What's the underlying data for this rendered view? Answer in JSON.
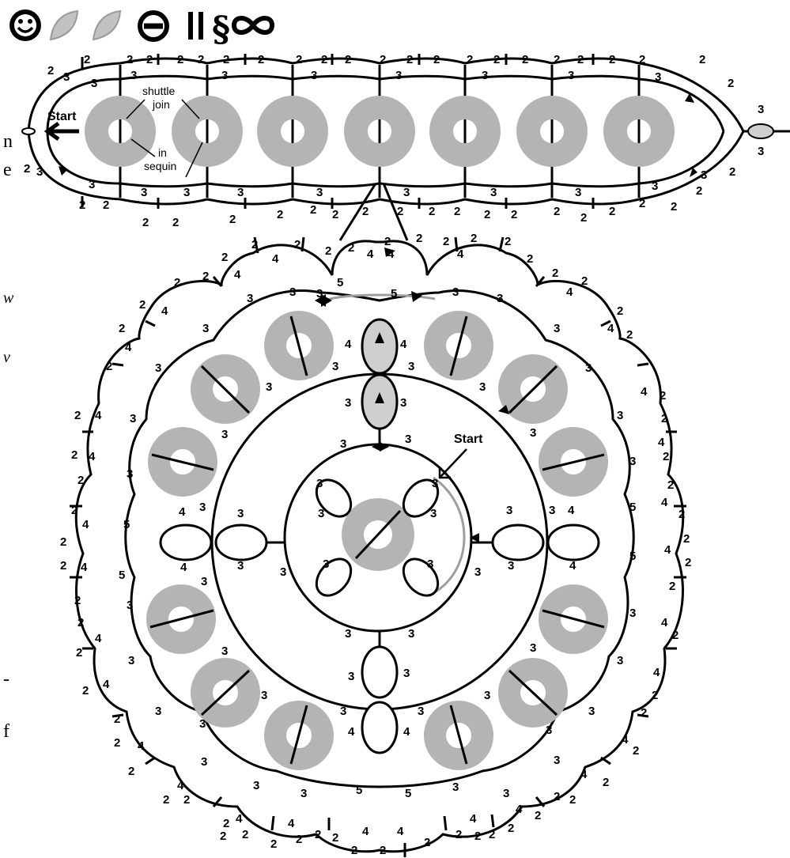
{
  "header": {
    "icons": [
      "smiley-icon",
      "leaf-icon",
      "leaf-icon",
      "theta-icon",
      "parallel-icon",
      "section-icon",
      "infinity-icon"
    ]
  },
  "chain": {
    "start_label": "Start",
    "shuttle_join_label": "shuttle\njoin",
    "in_sequin_label": "in\nsequin",
    "end_count": "3",
    "end_count_2": "3"
  },
  "medallion": {
    "start_label": "Start"
  },
  "cropped_text": {
    "line1": "n",
    "line2": "e",
    "line3": "w",
    "line4": "v",
    "line5": "-",
    "line6": "f"
  },
  "colors": {
    "sequin": "#b4b4b4",
    "ink": "#000000",
    "join": "#9e9e9e"
  }
}
